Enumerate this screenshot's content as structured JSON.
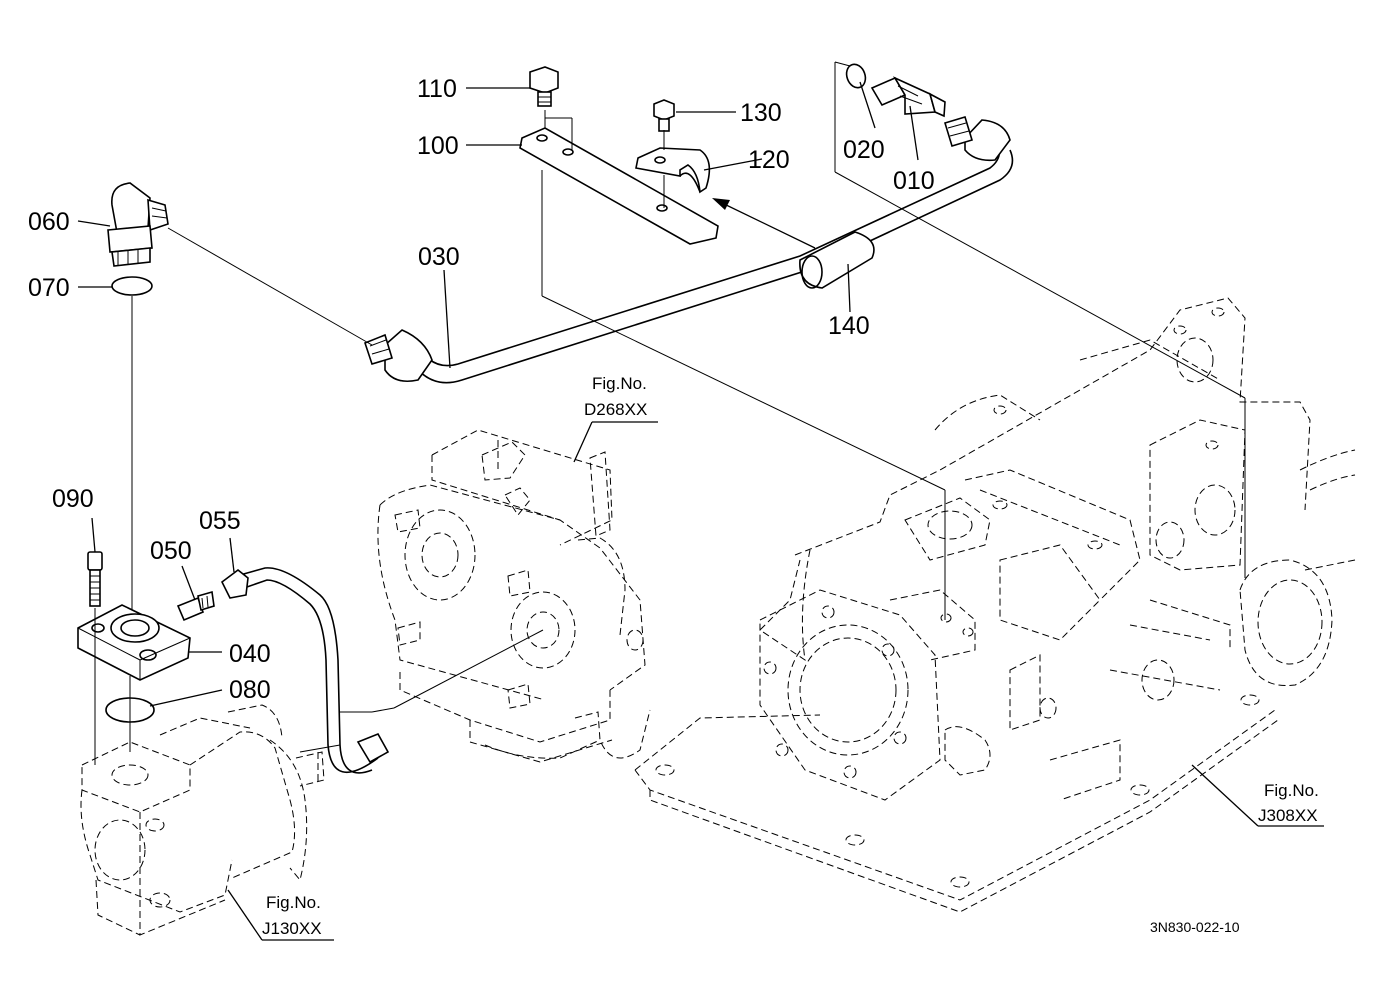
{
  "colors": {
    "ink": "#000000",
    "paper": "#ffffff"
  },
  "parts": {
    "p010": "010",
    "p020": "020",
    "p030": "030",
    "p040": "040",
    "p050": "050",
    "p055": "055",
    "p060": "060",
    "p070": "070",
    "p080": "080",
    "p090": "090",
    "p100": "100",
    "p110": "110",
    "p120": "120",
    "p130": "130",
    "p140": "140"
  },
  "figure_refs": {
    "d268": {
      "caption": "Fig.No.",
      "code": "D268XX"
    },
    "j130": {
      "caption": "Fig.No.",
      "code": "J130XX"
    },
    "j308": {
      "caption": "Fig.No.",
      "code": "J308XX"
    }
  },
  "drawing_code": "3N830-022-10"
}
